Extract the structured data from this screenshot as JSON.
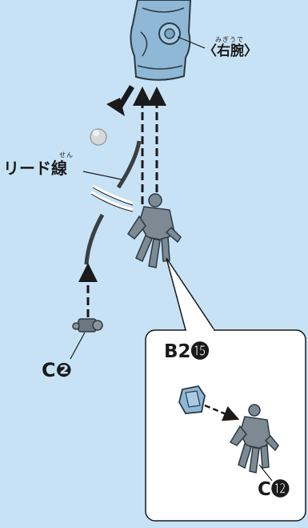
{
  "labels": {
    "right_arm": "〈右腕〉",
    "right_arm_ruby": "みぎうで",
    "lead_wire": "リード線",
    "lead_wire_ruby": "せん",
    "part_c2": "C❷",
    "part_b2_15": "B2⓯",
    "part_c12": "C⓬"
  },
  "colors": {
    "background": "#c8e2f5",
    "part_fill": "#8fb8d6",
    "part_outline": "#2b3a44",
    "hand_fill": "#7d8a94",
    "wire": "#3a3f44",
    "callout_bg": "#ffffff",
    "arrow": "#1a1a1a"
  },
  "icons": [
    "right-arm-part-icon",
    "hand-part-icon",
    "joint-part-icon",
    "wrist-cap-part-icon",
    "sphere-part-icon"
  ]
}
